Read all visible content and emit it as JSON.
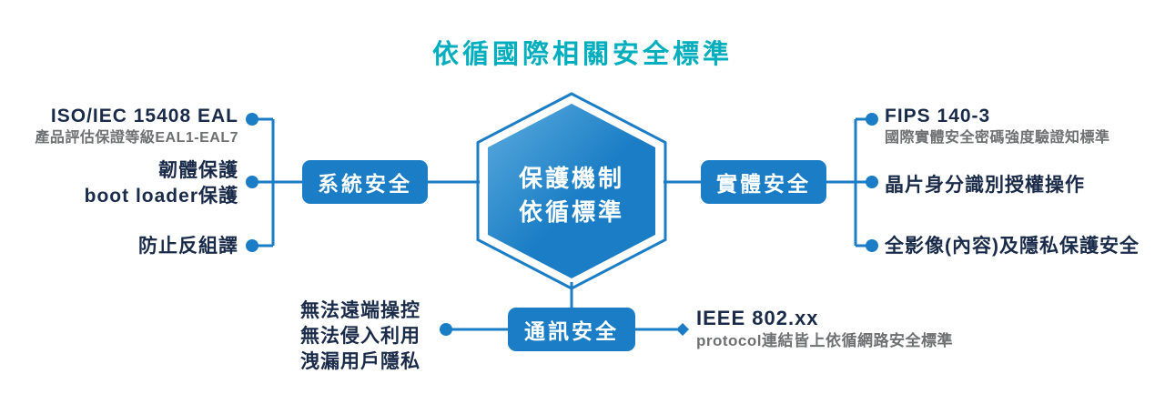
{
  "title": "依循國際相關安全標準",
  "colors": {
    "accent_teal": "#00AEBE",
    "primary_blue": "#1A7DC5",
    "text_navy": "#1A2B4A",
    "text_gray": "#6E7072"
  },
  "hexagon": {
    "line1": "保護機制",
    "line2": "依循標準"
  },
  "categories": {
    "system": {
      "label": "系統安全",
      "items": [
        {
          "title": "ISO/IEC 15408 EAL",
          "subtitle": "產品評估保證等級EAL1-EAL7"
        },
        {
          "title": "韌體保護\nboot loader保護"
        },
        {
          "title": "防止反組譯"
        }
      ]
    },
    "physical": {
      "label": "實體安全",
      "items": [
        {
          "title": "FIPS 140-3",
          "subtitle": "國際實體安全密碼強度驗證知標準"
        },
        {
          "title": "晶片身分識別授權操作"
        },
        {
          "title": "全影像(內容)及隱私保護安全"
        }
      ]
    },
    "communication": {
      "label": "通訊安全",
      "risks": "無法遠端操控\n無法侵入利用\n洩漏用戶隱私",
      "standard": {
        "title": "IEEE 802.xx",
        "subtitle": "protocol連結皆上依循網路安全標準"
      }
    }
  }
}
